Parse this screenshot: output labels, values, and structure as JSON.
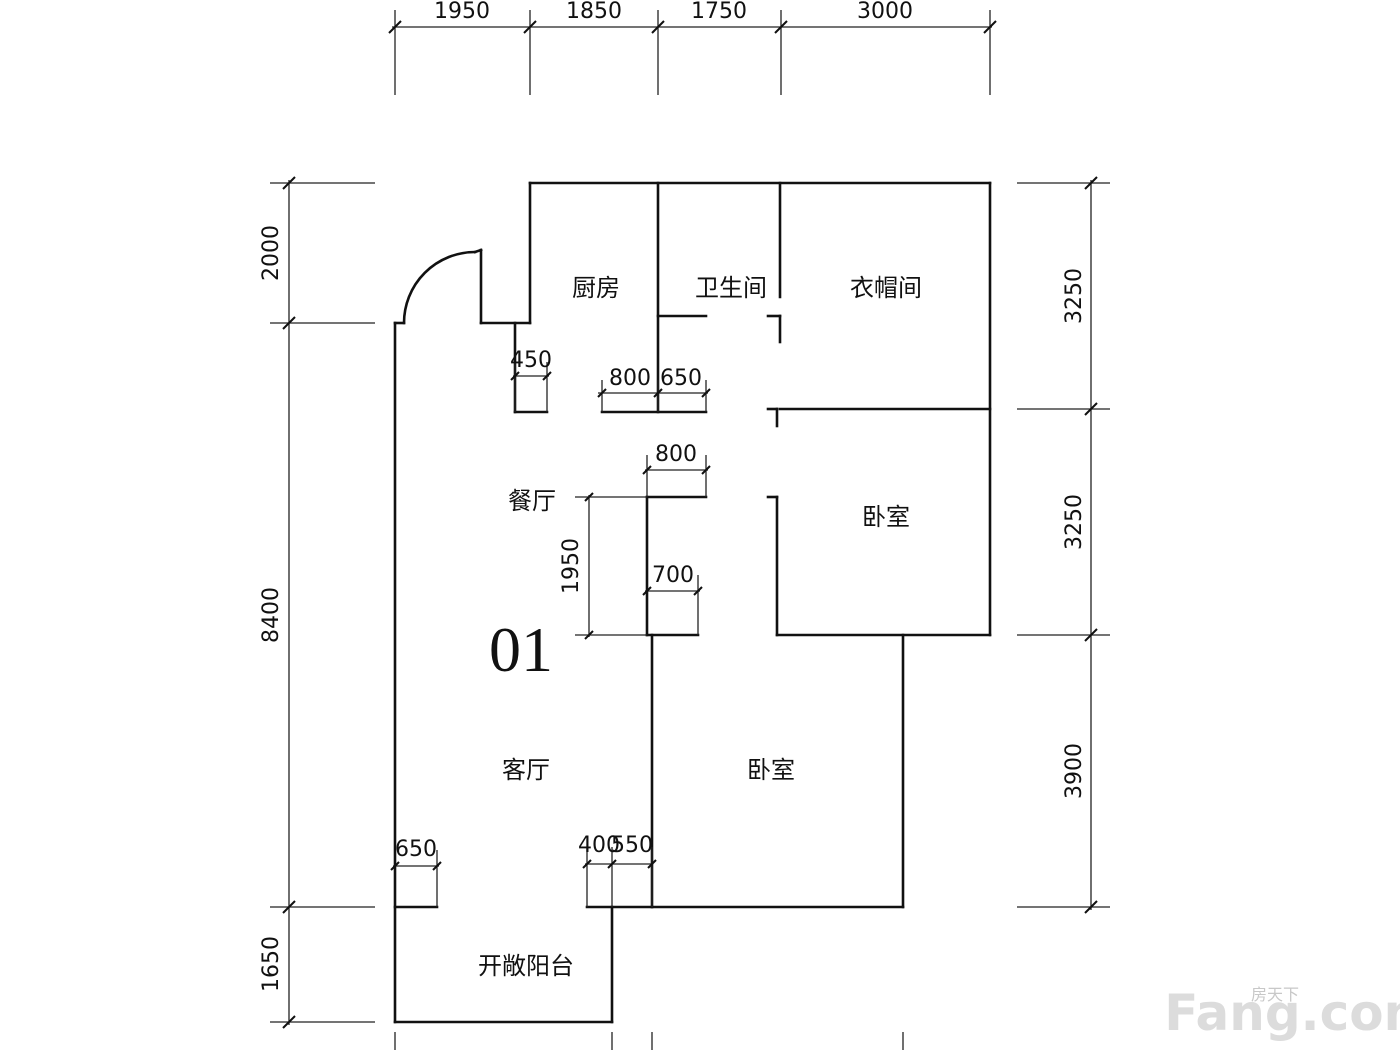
{
  "unit_number": "01",
  "rooms": {
    "kitchen": "厨房",
    "bathroom": "卫生间",
    "cloakroom": "衣帽间",
    "bedroom_upper": "卧室",
    "bedroom_lower": "卧室",
    "dining": "餐厅",
    "living": "客厅",
    "balcony": "开敞阳台"
  },
  "dimensions": {
    "top": [
      "1950",
      "1850",
      "1750",
      "3000"
    ],
    "left": [
      "2000",
      "8400",
      "1650"
    ],
    "right": [
      "3250",
      "3250",
      "3900"
    ],
    "interior": {
      "d450": "450",
      "d800a": "800",
      "d650a": "650",
      "d800b": "800",
      "d1950": "1950",
      "d700": "700",
      "d650b": "650",
      "d400": "400",
      "d550": "550"
    }
  },
  "watermark": {
    "brand": "Fang.com",
    "cn": "房天下"
  }
}
